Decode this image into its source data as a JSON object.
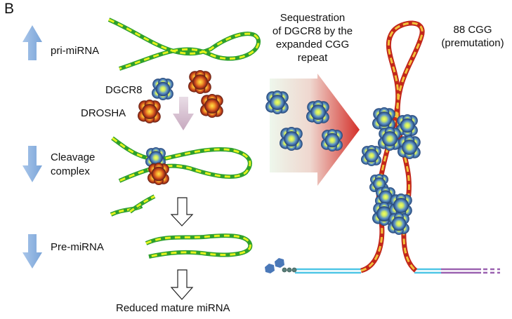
{
  "figure": {
    "panel_letter": "B",
    "labels": {
      "pri_mirna": "pri-miRNA",
      "dgcr8": "DGCR8",
      "drosha": "DROSHA",
      "cleavage_line1": "Cleavage",
      "cleavage_line2": "complex",
      "pre_mirna": "Pre-miRNA",
      "reduced": "Reduced mature miRNA",
      "sequestration": [
        "Sequestration",
        "of DGCR8 by the",
        "expanded CGG",
        "repeat"
      ],
      "cgg": [
        "88 CGG",
        "(premutation)"
      ]
    }
  },
  "colors": {
    "blue_arrow": "#8fb4e0",
    "rna_green": "#2ea02e",
    "rna_yellow": "#e4f21e",
    "repeat_red": "#c2271b",
    "repeat_yellow": "#f3c23a",
    "dna_cyan": "#4fc6e6",
    "dna_purple": "#9b62b0",
    "dgcr8_blue": "#3f6fa6",
    "drosha_red": "#b5321c"
  }
}
